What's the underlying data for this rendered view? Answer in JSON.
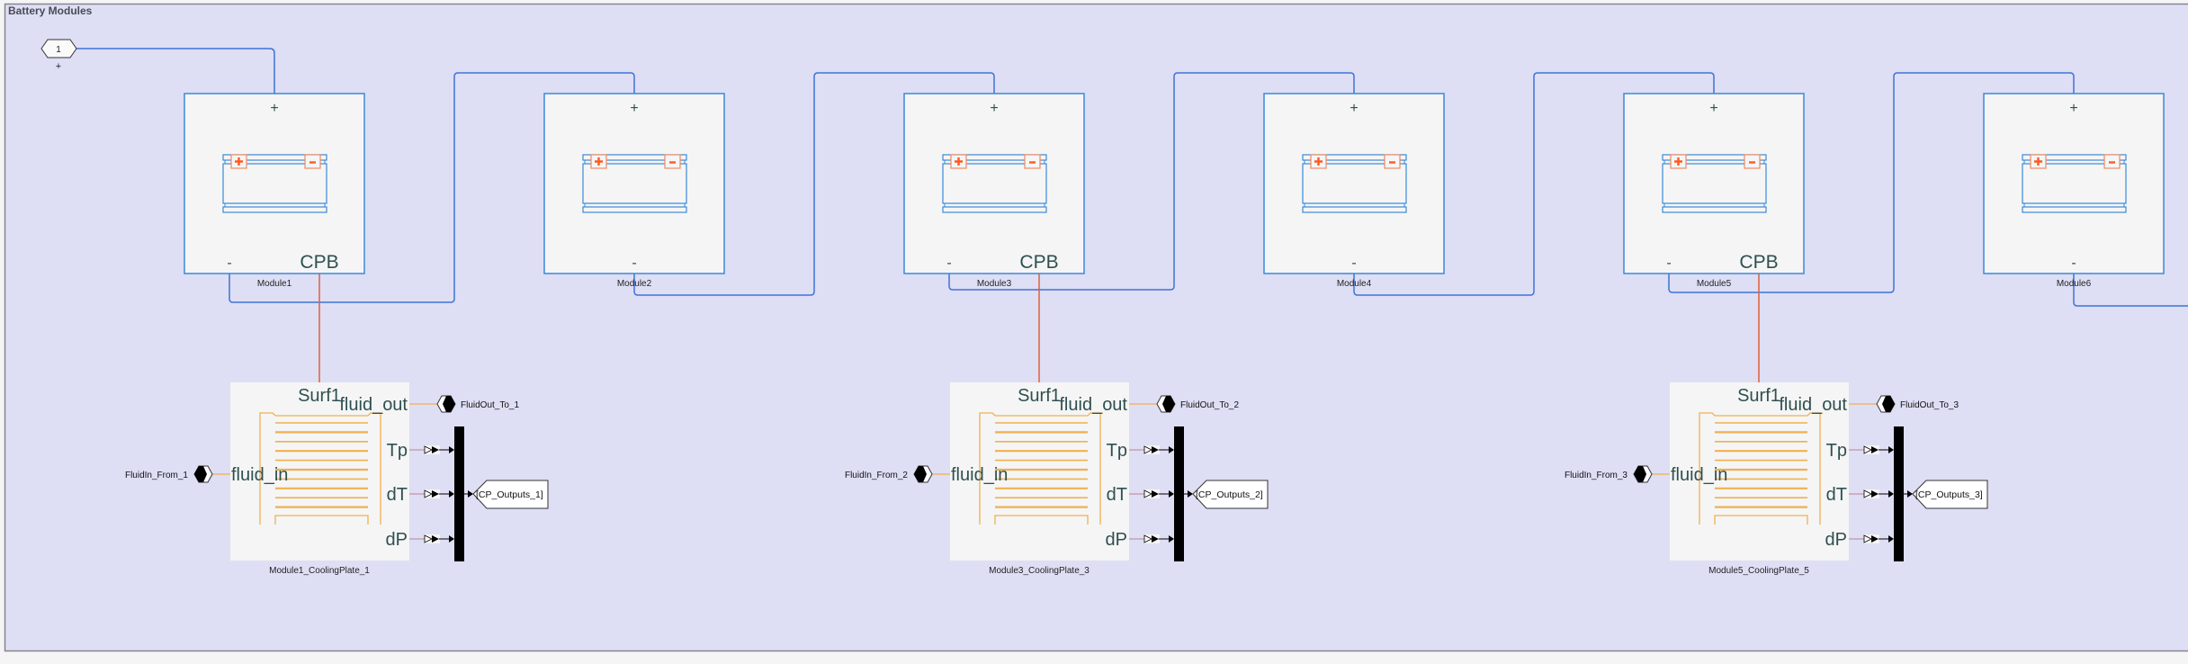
{
  "area": {
    "title": "Battery Modules",
    "background": "#dedef5"
  },
  "inport": {
    "number": "1",
    "port_label": "+"
  },
  "colors": {
    "electrical_wire": "#3f74d6",
    "thermal_wire": "#e0603a",
    "fluid_wire": "#f0b050",
    "signal_wire": "#c8a0b0",
    "block_border": "#3a8ad8",
    "terminal": "#ff5a1f"
  },
  "modules": [
    {
      "name": "Module1",
      "plus": "+",
      "minus": "-",
      "cpb": "CPB"
    },
    {
      "name": "Module2",
      "plus": "+",
      "minus": "-",
      "cpb": ""
    },
    {
      "name": "Module3",
      "plus": "+",
      "minus": "-",
      "cpb": "CPB"
    },
    {
      "name": "Module4",
      "plus": "+",
      "minus": "-",
      "cpb": ""
    },
    {
      "name": "Module5",
      "plus": "+",
      "minus": "-",
      "cpb": "CPB"
    },
    {
      "name": "Module6",
      "plus": "+",
      "minus": "-",
      "cpb": ""
    }
  ],
  "plates": [
    {
      "module": 0,
      "name": "Module1_CoolingPlate_1",
      "surf": "Surf1",
      "fluid_in": "fluid_in",
      "fluid_out": "fluid_out",
      "outputs": [
        "Tp",
        "dT",
        "dP"
      ],
      "from_tag": "FluidIn_From_1",
      "to_tag": "FluidOut_To_1",
      "goto_tag": "[CP_Outputs_1]"
    },
    {
      "module": 2,
      "name": "Module3_CoolingPlate_3",
      "surf": "Surf1",
      "fluid_in": "fluid_in",
      "fluid_out": "fluid_out",
      "outputs": [
        "Tp",
        "dT",
        "dP"
      ],
      "from_tag": "FluidIn_From_2",
      "to_tag": "FluidOut_To_2",
      "goto_tag": "[CP_Outputs_2]"
    },
    {
      "module": 4,
      "name": "Module5_CoolingPlate_5",
      "surf": "Surf1",
      "fluid_in": "fluid_in",
      "fluid_out": "fluid_out",
      "outputs": [
        "Tp",
        "dT",
        "dP"
      ],
      "from_tag": "FluidIn_From_3",
      "to_tag": "FluidOut_To_3",
      "goto_tag": "[CP_Outputs_3]"
    }
  ]
}
